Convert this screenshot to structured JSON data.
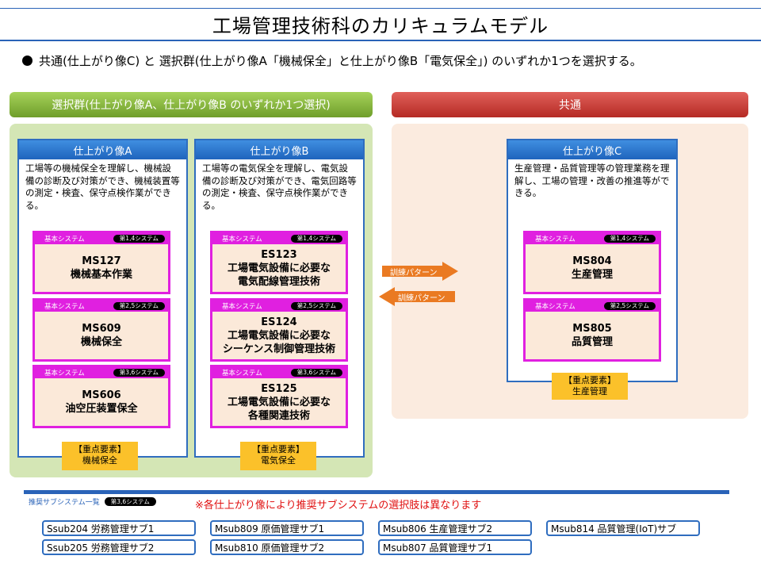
{
  "title": "工場管理技術科のカリキュラムモデル",
  "note": "共通(仕上がり像C) と 選択群(仕上がり像A「機械保全」と仕上がり像B「電気保全」) のいずれか1つを選択する。",
  "groups": {
    "selection_header": "選択群(仕上がり像A、仕上がり像B のいずれか1つ選択)",
    "common_header": "共通"
  },
  "cards": {
    "a": {
      "title": "仕上がり像A",
      "desc": "工場等の機械保全を理解し、機械設備の診断及び対策ができ、機械装置等の測定・検査、保守点検作業ができる。",
      "systems": [
        {
          "tag": "基本システム",
          "term": "第1,4システム",
          "code": "MS127",
          "name": "機械基本作業"
        },
        {
          "tag": "基本システム",
          "term": "第2,5システム",
          "code": "MS609",
          "name": "機械保全"
        },
        {
          "tag": "基本システム",
          "term": "第3,6システム",
          "code": "MS606",
          "name": "油空圧装置保全"
        }
      ],
      "key_label": "【重点要素】",
      "key_value": "機械保全"
    },
    "b": {
      "title": "仕上がり像B",
      "desc": "工場等の電気保全を理解し、電気設備の診断及び対策ができ、電気回路等の測定・検査、保守点検作業ができる。",
      "systems": [
        {
          "tag": "基本システム",
          "term": "第1,4システム",
          "code": "ES123",
          "name1": "工場電気設備に必要な",
          "name2": "電気配線管理技術"
        },
        {
          "tag": "基本システム",
          "term": "第2,5システム",
          "code": "ES124",
          "name1": "工場電気設備に必要な",
          "name2": "シーケンス制御管理技術"
        },
        {
          "tag": "基本システム",
          "term": "第3,6システム",
          "code": "ES125",
          "name1": "工場電気設備に必要な",
          "name2": "各種関連技術"
        }
      ],
      "key_label": "【重点要素】",
      "key_value": "電気保全"
    },
    "c": {
      "title": "仕上がり像C",
      "desc": "生産管理・品質管理等の管理業務を理解し、工場の管理・改善の推進等ができる。",
      "systems": [
        {
          "tag": "基本システム",
          "term": "第1,4システム",
          "code": "MS804",
          "name": "生産管理"
        },
        {
          "tag": "基本システム",
          "term": "第2,5システム",
          "code": "MS805",
          "name": "品質管理"
        }
      ],
      "key_label": "【重点要素】",
      "key_value": "生産管理"
    }
  },
  "arrows": {
    "right": "訓練パターン",
    "left": "訓練パターン"
  },
  "recommended": {
    "label": "推奨サブシステム一覧",
    "term": "第3,6システム",
    "note": "※各仕上がり像により推奨サブシステムの選択肢は異なります",
    "items": [
      "Ssub204 労務管理サブ1",
      "Ssub205 労務管理サブ2",
      "Msub809 原価管理サブ1",
      "Msub810 原価管理サブ2",
      "Msub806 生産管理サブ2",
      "Msub807 品質管理サブ1",
      "Msub814 品質管理(IoT)サブ"
    ]
  },
  "colors": {
    "accent_blue": "#2f6dbf",
    "magenta": "#e020e0",
    "key_yellow": "#fbc12a",
    "arrow_orange": "#ea7a22",
    "note_red": "#e01010"
  }
}
